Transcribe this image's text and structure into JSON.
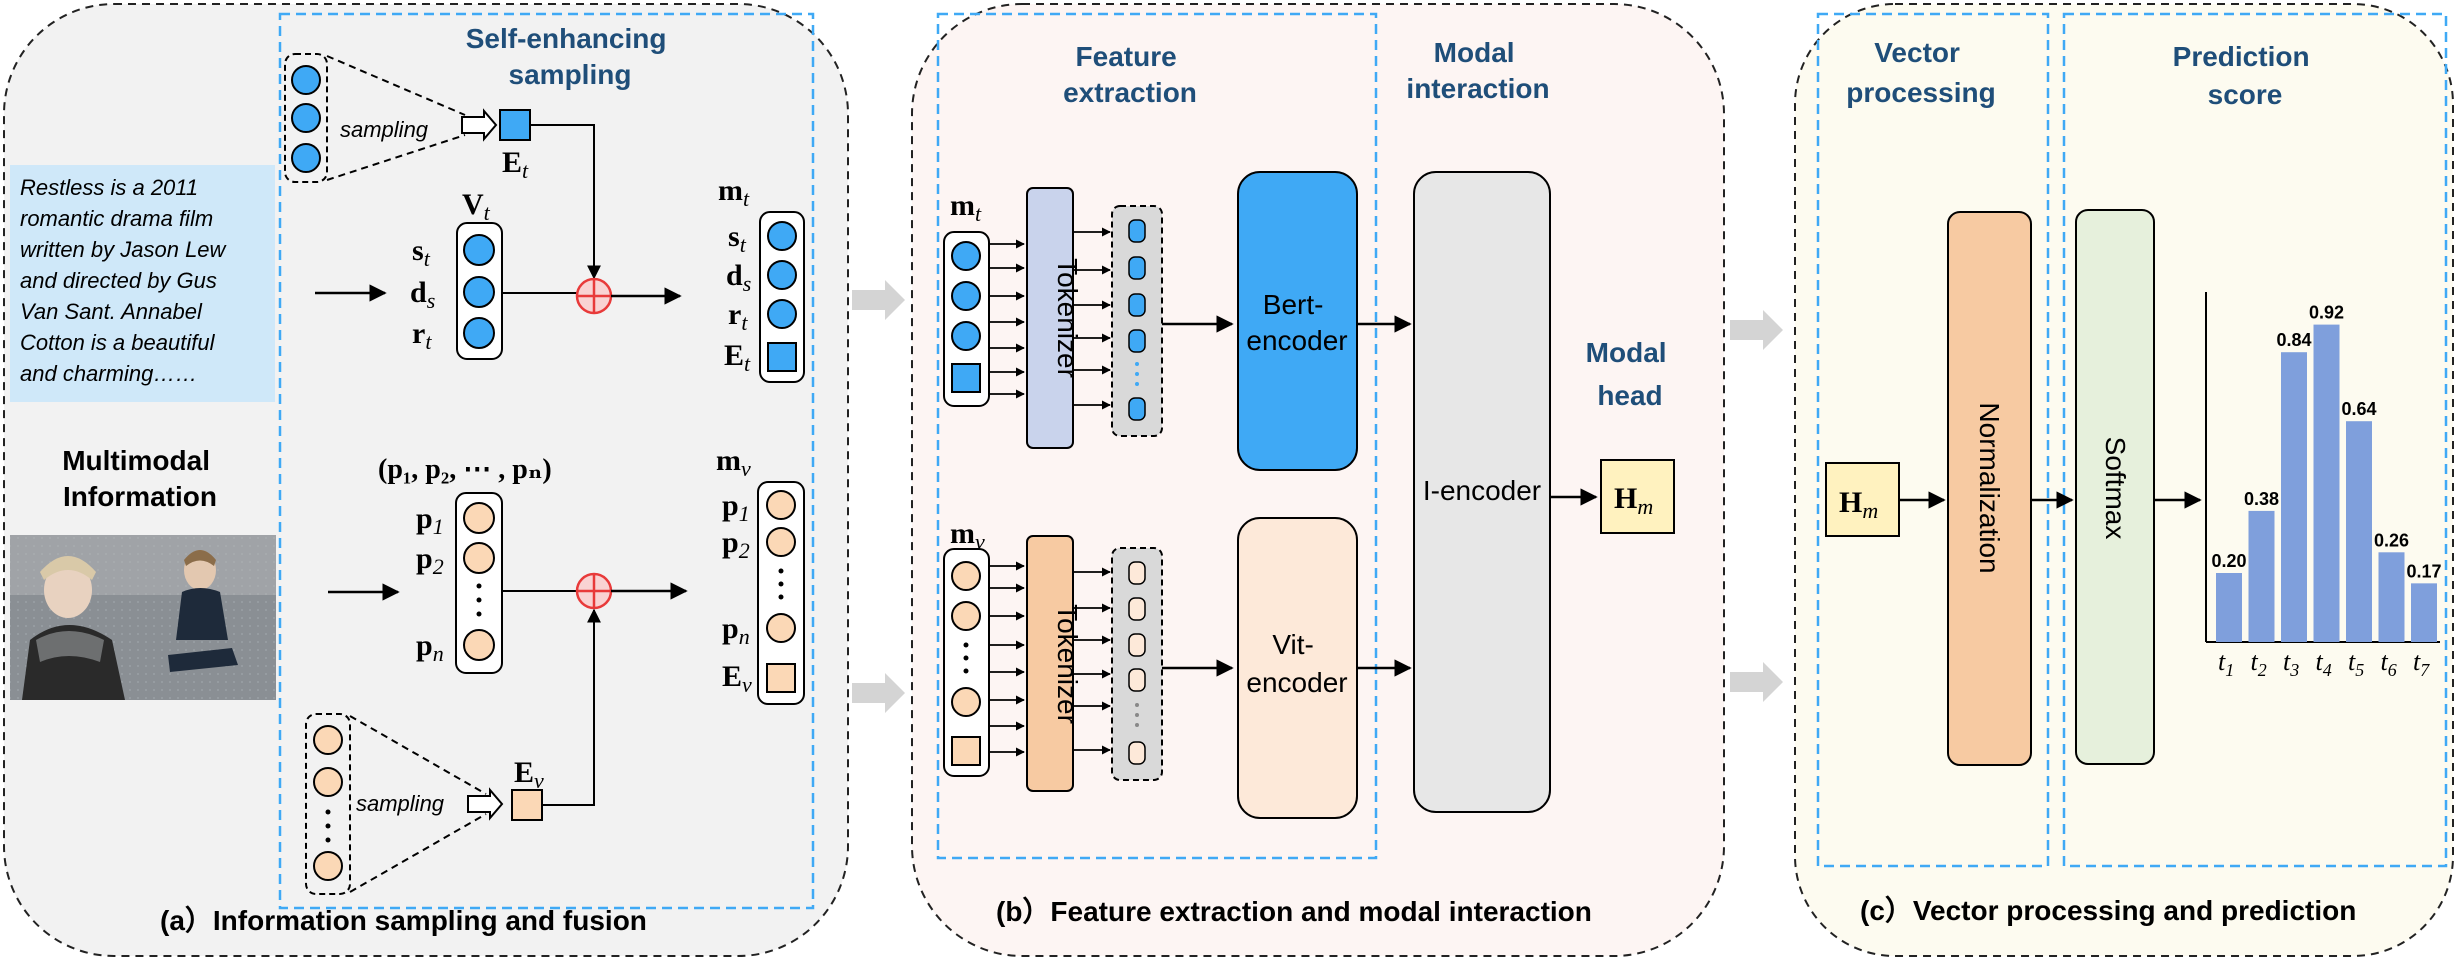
{
  "panels": {
    "a": {
      "caption": "(a）Information sampling and fusion",
      "header_sampling": [
        "Self-enhancing",
        "sampling"
      ],
      "description_lines": [
        "Restless is a 2011",
        "romantic drama film",
        "written by Jason Lew",
        "and directed by  Gus",
        "Van Sant.  Annabel",
        "Cotton is a beautiful",
        "and charming……"
      ],
      "multimodal_label": [
        "Multimodal",
        "Information"
      ],
      "sampling_word": "sampling",
      "sequence_label": "(p₁, p₂, ⋯ , pₙ)"
    },
    "b": {
      "caption": "(b）Feature extraction and modal interaction",
      "header_feature": [
        "Feature",
        "extraction"
      ],
      "header_modal_interaction": [
        "Modal",
        "interaction"
      ],
      "header_modal_head": [
        "Modal",
        "head"
      ],
      "tokenizer_label": "Tokenizer",
      "bert_label": [
        "Bert-",
        "encoder"
      ],
      "vit_label": [
        "Vit-",
        "encoder"
      ],
      "iencoder_label": "I-encoder"
    },
    "c": {
      "caption": "(c）Vector processing and prediction",
      "header_vector": [
        "Vector",
        "processing"
      ],
      "header_prediction": [
        "Prediction",
        "score"
      ],
      "normalization_label": "Normalization",
      "softmax_label": "Softmax"
    }
  },
  "symbols": {
    "E": "E",
    "V": "V",
    "m": "m",
    "s": "s",
    "d": "d",
    "r": "r",
    "p": "p",
    "H": "H",
    "sub_t": "t",
    "sub_s": "s",
    "sub_v": "v",
    "sub_m": "m",
    "sub_1": "1",
    "sub_2": "2",
    "sub_n": "n"
  },
  "chart_data": {
    "type": "bar",
    "title": "",
    "categories": [
      "t1",
      "t2",
      "t3",
      "t4",
      "t5",
      "t6",
      "t7"
    ],
    "tick_base": "t",
    "tick_subs": [
      "1",
      "2",
      "3",
      "4",
      "5",
      "6",
      "7"
    ],
    "values": [
      0.2,
      0.38,
      0.84,
      0.92,
      0.64,
      0.26,
      0.17
    ],
    "value_labels": [
      "0.20",
      "0.38",
      "0.84",
      "0.92",
      "0.64",
      "0.26",
      "0.17"
    ],
    "ylim": [
      0,
      1.0
    ],
    "bar_color": "#7f9fdc",
    "grid": false,
    "legend": false
  },
  "colors": {
    "blue_node": "#3fa9f5",
    "orange_node": "#fbd8b6",
    "bert_fill": "#3fa9f5",
    "vit_fill": "#fde9d9",
    "tokenizer_blue": "#c9d3ec",
    "tokenizer_orange": "#f7caa2",
    "norm_fill": "#f7caa2",
    "softmax_fill": "#e6f0dc",
    "H_fill": "#fff2bf",
    "panel_a_bg": "#f2f2f2",
    "panel_b_bg": "#fdf5f3",
    "panel_c_bg": "#fdfbf0",
    "dash_blue": "#3fa9f5",
    "plus_red": "#e83a3a",
    "header_text": "#1f4e79"
  }
}
